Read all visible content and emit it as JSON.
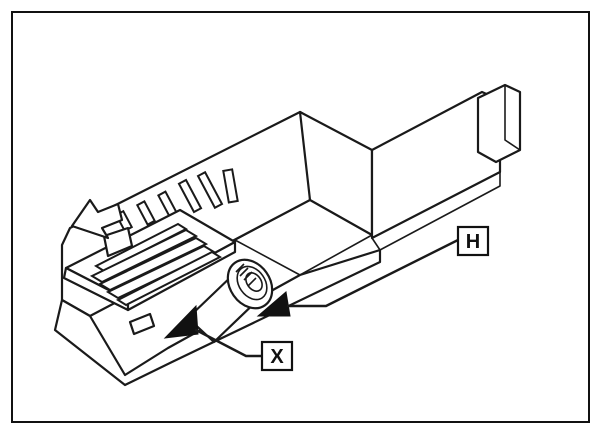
{
  "callouts": [
    {
      "id": "H",
      "label": "H"
    },
    {
      "id": "X",
      "label": "X"
    }
  ],
  "colors": {
    "ink": "#111111",
    "paper": "#ffffff"
  }
}
